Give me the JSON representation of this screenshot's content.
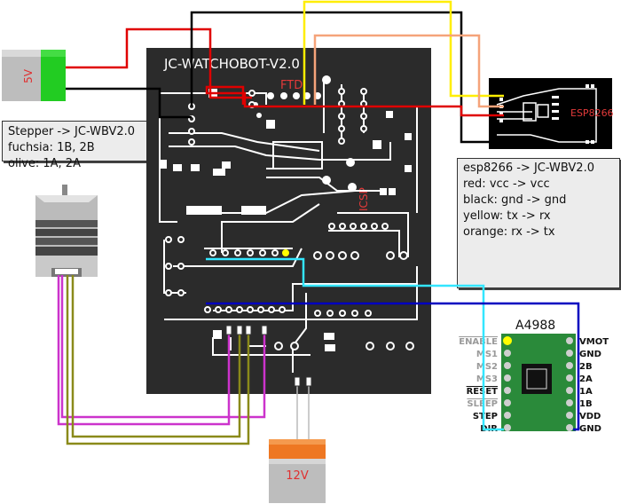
{
  "board": {
    "title": "JC-WATCHOBOT-V2.0",
    "ftdi_label": "FTDI",
    "icsp_label": "ICSP"
  },
  "battery_5v": {
    "label": "5V"
  },
  "battery_12v": {
    "label": "12V"
  },
  "esp_module": {
    "label": "ESP8266"
  },
  "driver": {
    "title": "A4988",
    "left_pins": [
      "ENABLE",
      "MS1",
      "MS2",
      "MS3",
      "RESET",
      "SLEEP",
      "STEP",
      "DIR"
    ],
    "right_pins": [
      "VMOT",
      "GND",
      "2B",
      "2A",
      "1A",
      "1B",
      "VDD",
      "GND"
    ]
  },
  "stepper_note": {
    "lines": [
      "Stepper -> JC-WBV2.0",
      "fuchsia: 1B, 2B",
      "olive: 1A, 2A"
    ]
  },
  "esp_note": {
    "lines": [
      "esp8266 -> JC-WBV2.0",
      "red: vcc -> vcc",
      "black: gnd -> gnd",
      "yellow: tx -> rx",
      "orange: rx -> tx"
    ]
  },
  "colors": {
    "pcb": "#2b2b2b",
    "trace": "#ffffff",
    "red": "#e00000",
    "black": "#000000",
    "yellow": "#ffee00",
    "orange": "#f5a37a",
    "cyan": "#33e6ff",
    "blue": "#0000c0",
    "fuchsia": "#cc33cc",
    "olive": "#8a8a1a",
    "driver_pcb": "#2a8a3a",
    "battery_green": "#22cc22",
    "battery_orange": "#ee7722"
  }
}
